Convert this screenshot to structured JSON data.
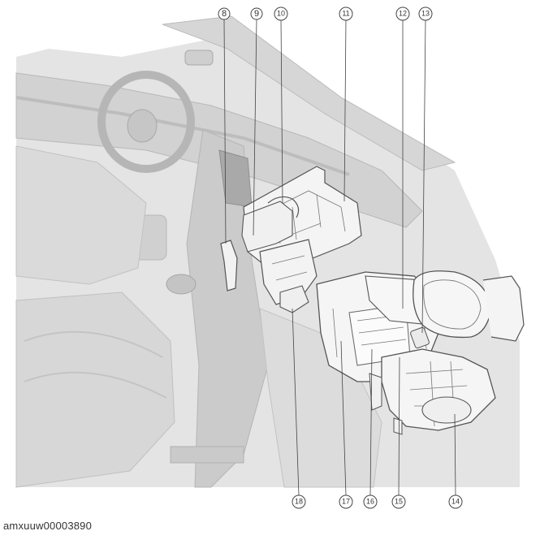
{
  "figure": {
    "image_code": "amxuuw00003890"
  },
  "callouts": [
    {
      "id": "8",
      "label": "⑧"
    },
    {
      "id": "9",
      "label": "⑨"
    },
    {
      "id": "10",
      "label": "⑩"
    },
    {
      "id": "11",
      "label": "⑪"
    },
    {
      "id": "12",
      "label": "⑫"
    },
    {
      "id": "13",
      "label": "⑬"
    },
    {
      "id": "14",
      "label": "⑭"
    },
    {
      "id": "15",
      "label": "⑮"
    },
    {
      "id": "16",
      "label": "⑯"
    },
    {
      "id": "17",
      "label": "⑰"
    },
    {
      "id": "18",
      "label": "⑱"
    }
  ],
  "colors": {
    "background": "#ffffff",
    "scene_fill": "#e2e2e2",
    "scene_shadow": "#bdbdbd",
    "line_art": "#555555",
    "callout_stroke": "#444444"
  }
}
